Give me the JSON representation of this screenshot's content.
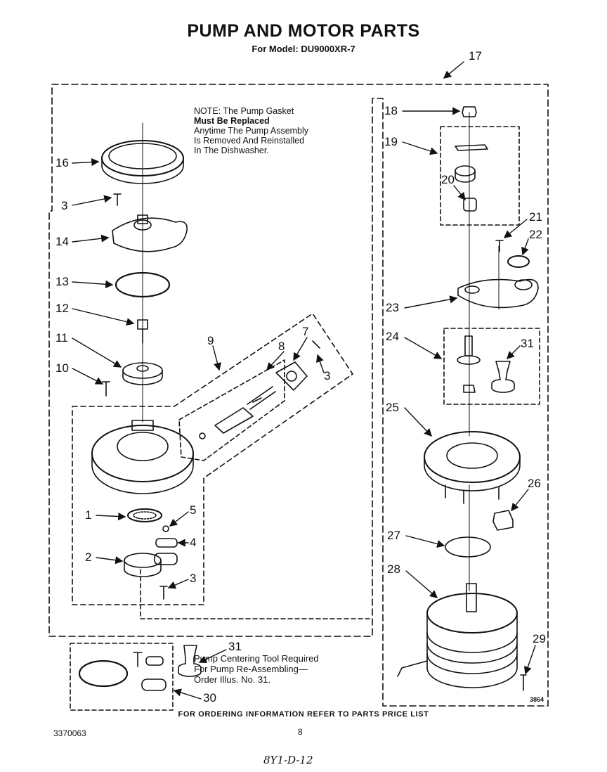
{
  "title": "PUMP AND MOTOR PARTS",
  "subtitle": "For Model: DU9000XR-7",
  "note": {
    "lines": [
      "NOTE: The Pump Gasket",
      "Must Be Replaced",
      "Anytime The Pump Assembly",
      "Is Removed And Reinstalled",
      "In The Dishwasher."
    ]
  },
  "callouts": {
    "c1": "1",
    "c2": "2",
    "c3a": "3",
    "c3b": "3",
    "c3c": "3",
    "c4": "4",
    "c5": "5",
    "c7": "7",
    "c8": "8",
    "c9": "9",
    "c10": "10",
    "c11": "11",
    "c12": "12",
    "c13": "13",
    "c14": "14",
    "c16": "16",
    "c17": "17",
    "c18": "18",
    "c19": "19",
    "c20": "20",
    "c21": "21",
    "c22": "22",
    "c23": "23",
    "c24": "24",
    "c25": "25",
    "c26": "26",
    "c27": "27",
    "c28": "28",
    "c29": "29",
    "c30": "30",
    "c31a": "31",
    "c31b": "31"
  },
  "tool_info": {
    "lines": [
      "Pump Centering Tool Required",
      "For Pump Re-Assembling—",
      "Order Illus. No. 31."
    ]
  },
  "footer": "FOR ORDERING INFORMATION REFER TO PARTS PRICE LIST",
  "doc_number": "3370063",
  "page_number": "8",
  "handwritten": "8Y1-D-12",
  "drawing_code": "3864"
}
